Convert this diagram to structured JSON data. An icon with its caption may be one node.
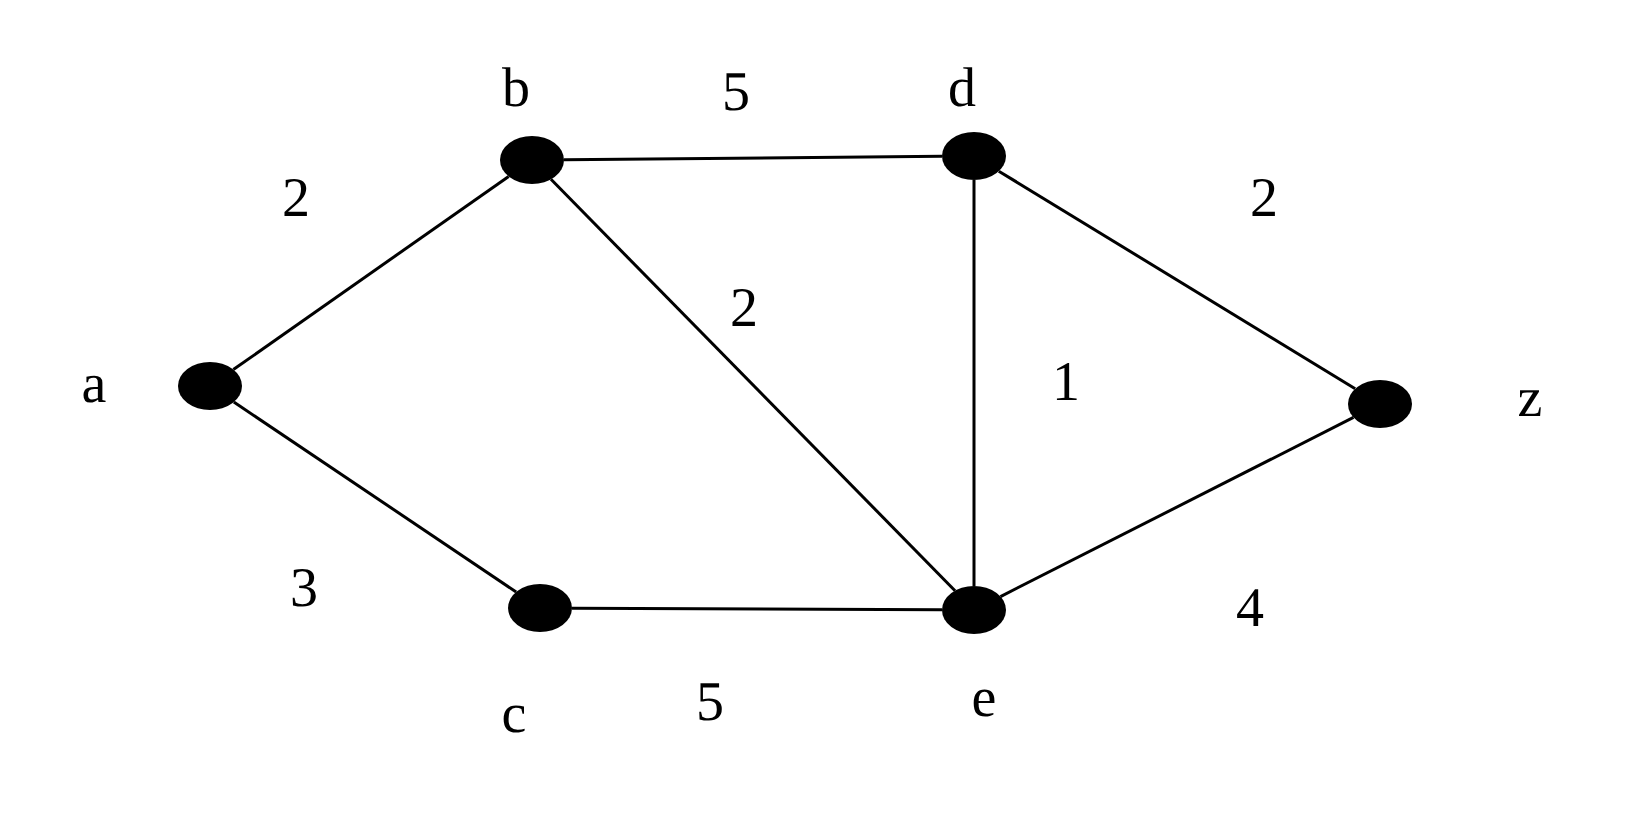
{
  "diagram": {
    "nodes": [
      {
        "text": [],
        "shape": "circle",
        "beside": [
          "a"
        ]
      },
      {
        "text": [],
        "shape": "circle",
        "beside": [
          "b"
        ]
      },
      {
        "text": [],
        "shape": "circle",
        "beside": [
          "c"
        ]
      },
      {
        "text": [],
        "shape": "circle",
        "beside": [
          "d"
        ]
      },
      {
        "text": [],
        "shape": "circle",
        "beside": [
          "e"
        ]
      },
      {
        "text": [],
        "shape": "circle",
        "beside": [
          "z"
        ]
      }
    ],
    "edges": [
      {
        "from": 0,
        "to": 1,
        "arrow": "none",
        "label": "2"
      },
      {
        "from": 0,
        "to": 2,
        "arrow": "none",
        "label": "3"
      },
      {
        "from": 1,
        "to": 3,
        "arrow": "none",
        "label": "5"
      },
      {
        "from": 1,
        "to": 4,
        "arrow": "none",
        "label": "2"
      },
      {
        "from": 2,
        "to": 4,
        "arrow": "none",
        "label": "5"
      },
      {
        "from": 3,
        "to": 4,
        "arrow": "none",
        "label": "1"
      },
      {
        "from": 3,
        "to": 5,
        "arrow": "none",
        "label": "2"
      },
      {
        "from": 4,
        "to": 5,
        "arrow": "none",
        "label": "4"
      }
    ]
  }
}
